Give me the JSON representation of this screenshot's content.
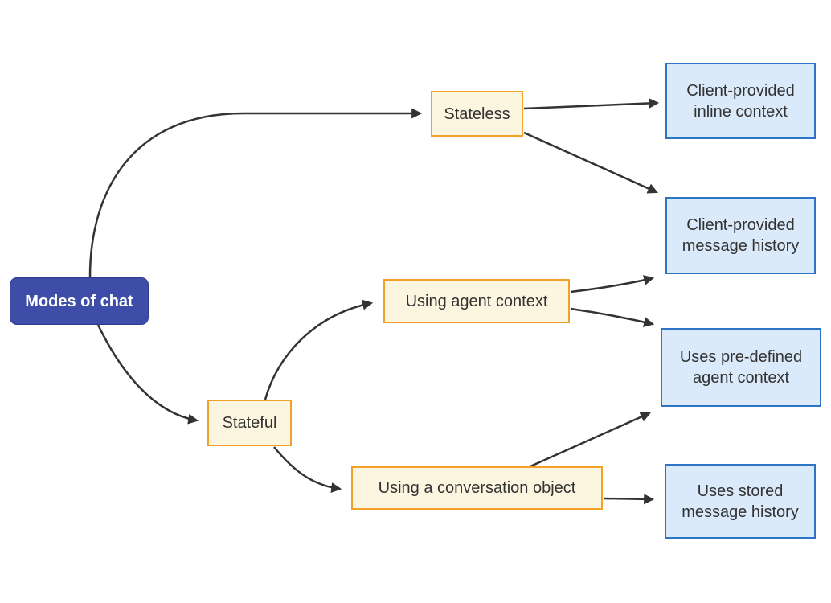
{
  "diagram": {
    "type": "flowchart",
    "direction": "left-to-right",
    "title": "Modes of chat",
    "nodes": [
      {
        "id": "modes",
        "label": "Modes of chat",
        "kind": "root"
      },
      {
        "id": "stateless",
        "label": "Stateless",
        "kind": "mode"
      },
      {
        "id": "stateful",
        "label": "Stateful",
        "kind": "mode"
      },
      {
        "id": "using-agent-context",
        "label": "Using agent context",
        "kind": "mode"
      },
      {
        "id": "using-conversation-object",
        "label": "Using a conversation object",
        "kind": "mode"
      },
      {
        "id": "client-inline-context",
        "label": "Client-provided inline context",
        "kind": "outcome"
      },
      {
        "id": "client-message-history",
        "label": "Client-provided message history",
        "kind": "outcome"
      },
      {
        "id": "predefined-agent-context",
        "label": "Uses pre-defined agent context",
        "kind": "outcome"
      },
      {
        "id": "stored-message-history",
        "label": "Uses stored message history",
        "kind": "outcome"
      }
    ],
    "edges": [
      {
        "from": "modes",
        "to": "stateless"
      },
      {
        "from": "modes",
        "to": "stateful"
      },
      {
        "from": "stateless",
        "to": "client-inline-context"
      },
      {
        "from": "stateless",
        "to": "client-message-history"
      },
      {
        "from": "using-agent-context",
        "to": "client-message-history"
      },
      {
        "from": "using-agent-context",
        "to": "predefined-agent-context"
      },
      {
        "from": "stateful",
        "to": "using-agent-context"
      },
      {
        "from": "stateful",
        "to": "using-conversation-object"
      },
      {
        "from": "using-conversation-object",
        "to": "predefined-agent-context"
      },
      {
        "from": "using-conversation-object",
        "to": "stored-message-history"
      }
    ],
    "colors": {
      "root_fill": "#3D4DA8",
      "root_border": "#2F3C8E",
      "root_text": "#FFFFFF",
      "mode_fill": "#FCF5DF",
      "mode_border": "#F2A229",
      "outcome_fill": "#DBEAFB",
      "outcome_border": "#2E74C4",
      "edge": "#333333",
      "text": "#333333",
      "background": "#FFFFFF"
    }
  }
}
